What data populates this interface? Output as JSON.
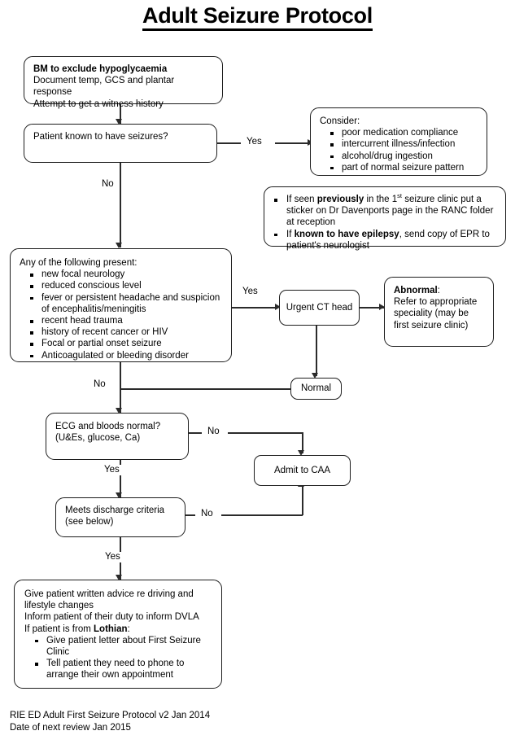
{
  "title": "Adult Seizure Protocol",
  "nodes": {
    "initial": {
      "line1": "BM to exclude hypoglycaemia",
      "line2": "Document temp, GCS and plantar response",
      "line3": "Attempt to get a witness history"
    },
    "known_seizures": {
      "text": "Patient known to have seizures?"
    },
    "consider": {
      "heading": "Consider:",
      "items": [
        "poor medication compliance",
        "intercurrent illness/infection",
        "alcohol/drug ingestion",
        "part of normal seizure pattern"
      ]
    },
    "clinic_note": {
      "item1_a": "If seen ",
      "item1_b": "previously",
      "item1_c": " in the 1",
      "item1_sup": "st",
      "item1_d": " seizure clinic put a sticker on Dr Davenports page in the RANC folder at reception",
      "item2_a": "If ",
      "item2_b": "known to have epilepsy",
      "item2_c": ", send copy of EPR to patient's neurologist"
    },
    "red_flags": {
      "heading": "Any of the following present:",
      "items": [
        "new focal neurology",
        "reduced conscious level",
        "fever or persistent headache and suspicion of encephalitis/meningitis",
        "recent head trauma",
        "history of recent cancer or HIV",
        "Focal or partial onset seizure",
        "Anticoagulated or bleeding disorder"
      ]
    },
    "ct_head": {
      "text": "Urgent CT head"
    },
    "abnormal": {
      "heading": "Abnormal",
      "colon": ":",
      "body": "Refer to appropriate speciality (may be first seizure clinic)"
    },
    "normal": {
      "text": "Normal"
    },
    "ecg_bloods": {
      "line1": "ECG and bloods normal?",
      "line2": "(U&Es, glucose, Ca)"
    },
    "admit_caa": {
      "text": "Admit to CAA"
    },
    "discharge_criteria": {
      "line1": "Meets discharge criteria",
      "line2": "(see below)"
    },
    "discharge_advice": {
      "line1": "Give patient written advice re driving and lifestyle changes",
      "line2": "Inform patient of their duty to inform DVLA",
      "line3_a": "If patient is from ",
      "line3_b": "Lothian",
      "line3_c": ":",
      "items": [
        "Give patient letter about First Seizure Clinic",
        "Tell patient they need to phone to arrange their own appointment"
      ]
    }
  },
  "edges": {
    "known_seizures_yes": "Yes",
    "known_seizures_no": "No",
    "red_flags_yes": "Yes",
    "red_flags_no": "No",
    "ecg_no": "No",
    "ecg_yes": "Yes",
    "discharge_no": "No",
    "discharge_yes": "Yes"
  },
  "footer": {
    "line1": "RIE ED Adult First Seizure Protocol v2 Jan 2014",
    "line2": "Date of next review Jan 2015"
  }
}
